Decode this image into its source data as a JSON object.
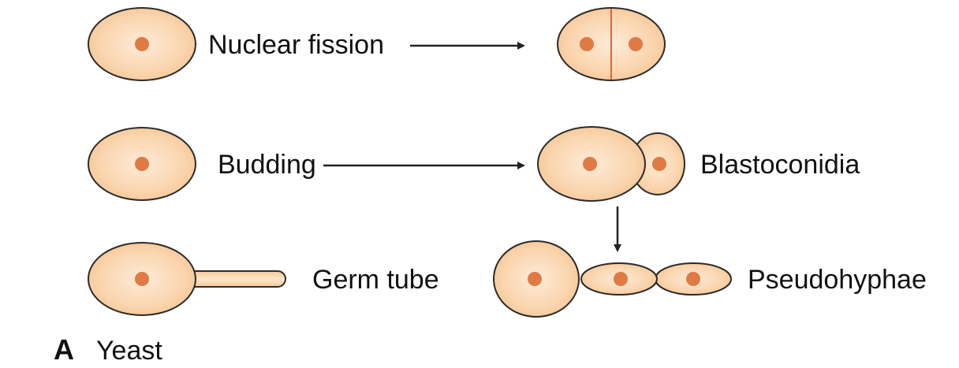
{
  "labels": {
    "nuclear_fission": "Nuclear fission",
    "budding": "Budding",
    "blastoconidia": "Blastoconidia",
    "germ_tube": "Germ tube",
    "pseudohyphae": "Pseudohyphae"
  },
  "panel": {
    "letter": "A",
    "title": "Yeast"
  },
  "colors": {
    "cell_fill_center": "#fde9d4",
    "cell_fill_edge": "#f6c592",
    "nucleus": "#e07a45",
    "outline": "#2b2b2b",
    "arrow": "#222222"
  }
}
